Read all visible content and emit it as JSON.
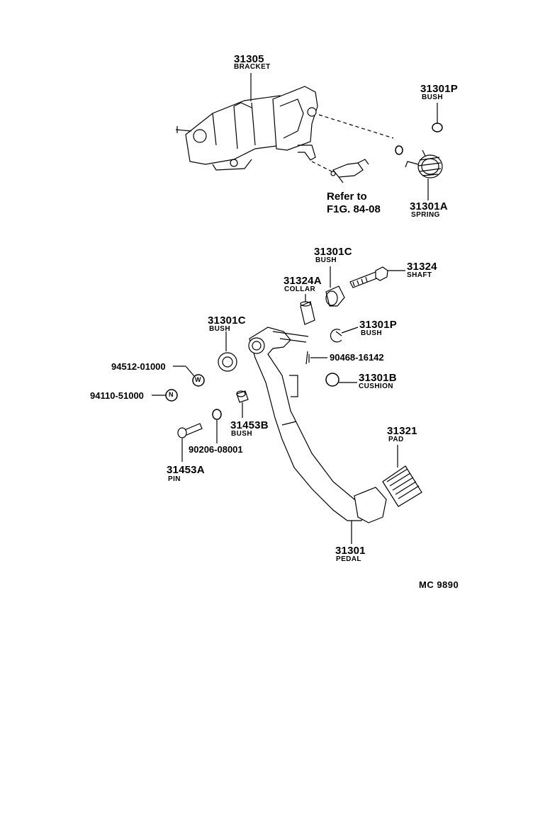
{
  "parts": {
    "bracket": {
      "number": "31305",
      "name": "BRACKET"
    },
    "bush_top": {
      "number": "31301P",
      "name": "BUSH"
    },
    "spring": {
      "number": "31301A",
      "name": "SPRING"
    },
    "reference": {
      "line1": "Refer to",
      "line2": "F1G. 84-08"
    },
    "bush_c_upper": {
      "number": "31301C",
      "name": "BUSH"
    },
    "collar": {
      "number": "31324A",
      "name": "COLLAR"
    },
    "shaft": {
      "number": "31324",
      "name": "SHAFT"
    },
    "bush_c_left": {
      "number": "31301C",
      "name": "BUSH"
    },
    "bush_p_right": {
      "number": "31301P",
      "name": "BUSH"
    },
    "clip": {
      "number": "90468-16142"
    },
    "washer": {
      "number": "94512-01000"
    },
    "nut": {
      "number": "94110-51000"
    },
    "cushion": {
      "number": "31301B",
      "name": "CUSHION"
    },
    "bush_b": {
      "number": "31453B",
      "name": "BUSH"
    },
    "washer_small": {
      "number": "90206-08001"
    },
    "pin": {
      "number": "31453A",
      "name": "PIN"
    },
    "pad": {
      "number": "31321",
      "name": "PAD"
    },
    "pedal": {
      "number": "31301",
      "name": "PEDAL"
    }
  },
  "symbols": {
    "washer_mark": "W",
    "nut_mark": "N"
  },
  "diagram_code": "MC  9890"
}
